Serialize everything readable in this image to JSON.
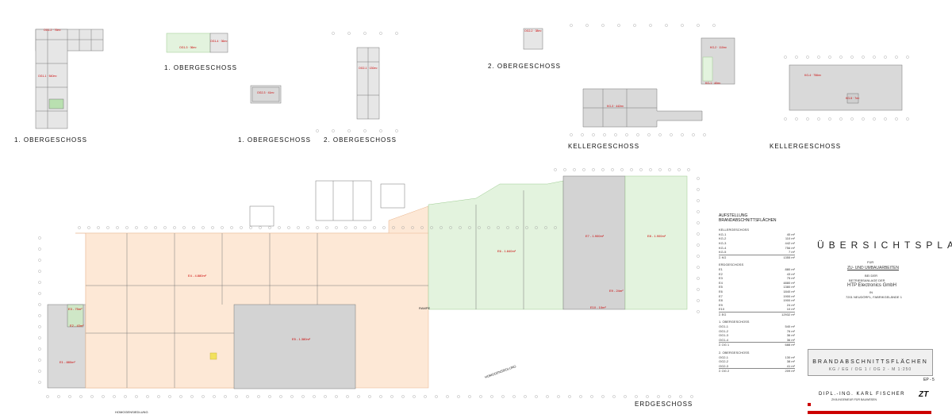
{
  "views": [
    {
      "id": "og1a",
      "label": "1. OBERGESCHOSS"
    },
    {
      "id": "og1b",
      "label": "1. OBERGESCHOSS"
    },
    {
      "id": "og1c",
      "label": "1. OBERGESCHOSS"
    },
    {
      "id": "og2a",
      "label": "2. OBERGESCHOSS"
    },
    {
      "id": "og2b",
      "label": "2. OBERGESCHOSS"
    },
    {
      "id": "kg1",
      "label": "KELLERGESCHOSS"
    },
    {
      "id": "kg2",
      "label": "KELLERGESCHOSS"
    },
    {
      "id": "eg",
      "label": "ERDGESCHOSS"
    }
  ],
  "area_tags": {
    "og1_a": "OG1-2 · 76m²",
    "og1_b": "OG1-1 · 540m²",
    "og1_c": "OG1-3 · 36m²",
    "og1_d": "OG1-4 · 36m²",
    "og2_a": "OG2-3 · 41m²",
    "og2_b": "OG2-1 · 130m²",
    "og2_c": "OG2-2 · 38m²",
    "kg_a": "KG-3 · 442m²",
    "kg_b": "KG-2 · 110m²",
    "kg_c": "KG-1 · 40m²",
    "kg_d": "KG-4 · 756m²",
    "kg_e": "KG-5 · 7m²",
    "eg_e4": "E4 - 4.880m²",
    "eg_e5": "E5 - 1.380m²",
    "eg_e6": "E6 - 1.840m²",
    "eg_e7": "E7 - 1.900m²",
    "eg_e8": "E8 - 1.900m²",
    "eg_e1": "E1 - 880m²",
    "eg_e2": "E2 - 43m²",
    "eg_e3": "E3 - 75m²",
    "eg_e9": "E9 - 24m²",
    "eg_e10": "E10 - 10m²"
  },
  "annotations": {
    "rampe": "RAMPE",
    "homogen1": "HOMOGENSIEDLUNG",
    "homogen2": "HOMOGENSIEDLUNG"
  },
  "legend": {
    "title": "AUFSTELLUNG BRANDABSCHNITTSFLÄCHEN",
    "sections": [
      {
        "name": "KELLERGESCHOSS",
        "rows": [
          [
            "KG-1",
            "40 m²"
          ],
          [
            "KG-2",
            "110 m²"
          ],
          [
            "KG-3",
            "442 m²"
          ],
          [
            "KG-4",
            "756 m²"
          ],
          [
            "KG-5",
            "7 m²"
          ]
        ],
        "sum": [
          "Σ KG",
          "1355 m²"
        ]
      },
      {
        "name": "ERDGESCHOSS",
        "rows": [
          [
            "E1",
            "880 m²"
          ],
          [
            "E2",
            "43 m²"
          ],
          [
            "E3",
            "75 m²"
          ],
          [
            "E4",
            "4880 m²"
          ],
          [
            "E5",
            "1380 m²"
          ],
          [
            "E6",
            "1840 m²"
          ],
          [
            "E7",
            "1900 m²"
          ],
          [
            "E8",
            "1900 m²"
          ],
          [
            "E9",
            "24 m²"
          ],
          [
            "E10",
            "10 m²"
          ]
        ],
        "sum": [
          "Σ EG",
          "12932 m²"
        ]
      },
      {
        "name": "1. OBERGESCHOSS",
        "rows": [
          [
            "OG1-1",
            "540 m²"
          ],
          [
            "OG1-2",
            "76 m²"
          ],
          [
            "OG1-3",
            "36 m²"
          ],
          [
            "OG1-4",
            "36 m²"
          ]
        ],
        "sum": [
          "Σ OG 1",
          "688 m²"
        ]
      },
      {
        "name": "2. OBERGESCHOSS",
        "rows": [
          [
            "OG2-1",
            "130 m²"
          ],
          [
            "OG2-2",
            "38 m²"
          ],
          [
            "OG2-3",
            "41 m²"
          ]
        ],
        "sum": [
          "Σ OG 2",
          "209 m²"
        ]
      }
    ]
  },
  "title_block": {
    "main": "ÜBERSICHTSPLAN",
    "for": "FÜR",
    "project": "ZU- UND UMBAUARBEITEN",
    "at": "BEI DER",
    "facility": "BETRIEBSANLAGE DER",
    "company": "HTP Electronics GmbH",
    "in": "IN",
    "address": "7201 NEUDÖRFL, FABRIKGELÄNDE 1",
    "band_title": "BRANDABSCHNITTSFLÄCHEN",
    "band_sub": "KG / EG / OG 1 / OG 2 - M 1:250",
    "sheet": "EP - 5",
    "office": "DIPL.-ING. KARL FISCHER",
    "office_sub": "ZIVILINGENIEUR FÜR BAUWESEN",
    "logo": "ZT"
  },
  "colors": {
    "orange_fill": "#fde8d6",
    "orange_stroke": "#e8b48c",
    "green_fill": "#e3f3de",
    "green_stroke": "#9ccb90",
    "grey_fill": "#cfcfcf",
    "blue_fill": "#d6e4f0",
    "red": "#cc0000"
  }
}
